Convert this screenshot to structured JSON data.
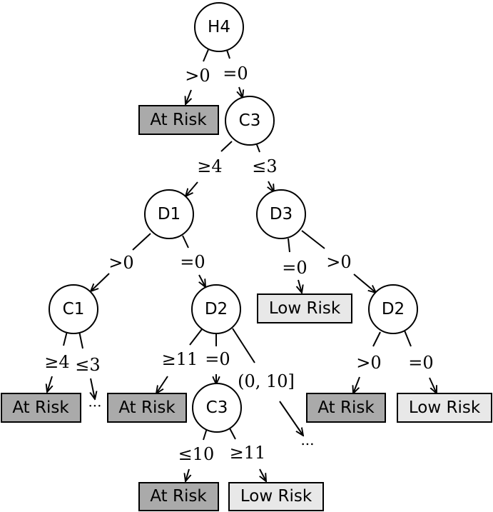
{
  "colors": {
    "at_risk_fill": "#aaaaaa",
    "low_risk_fill": "#e8e8e8"
  },
  "nodes": {
    "h4": "H4",
    "c3_top": "C3",
    "d1": "D1",
    "d3": "D3",
    "c1": "C1",
    "d2_mid": "D2",
    "d2_right": "D2",
    "c3_bottom": "C3"
  },
  "leaves": {
    "l1": {
      "label": "At Risk",
      "kind": "at_risk"
    },
    "l2": {
      "label": "Low Risk",
      "kind": "low_risk"
    },
    "l3": {
      "label": "At Risk",
      "kind": "at_risk"
    },
    "l4": {
      "label": "At Risk",
      "kind": "at_risk"
    },
    "l5": {
      "label": "At Risk",
      "kind": "at_risk"
    },
    "l6": {
      "label": "Low Risk",
      "kind": "low_risk"
    },
    "l7": {
      "label": "At Risk",
      "kind": "at_risk"
    },
    "l8": {
      "label": "Low Risk",
      "kind": "low_risk"
    }
  },
  "edges": {
    "e1": ">0",
    "e2": "=0",
    "e3": "≥4",
    "e4": "≤3",
    "e5": ">0",
    "e6": "=0",
    "e7": "=0",
    "e8": ">0",
    "e9": "≥4",
    "e10": "≤3",
    "e11": "≥11",
    "e12": "=0",
    "e13": "(0, 10]",
    "e14": ">0",
    "e15": "=0",
    "e16": "≤10",
    "e17": "≥11"
  },
  "ellipses": {
    "c1_cont": "···",
    "d2_cont": "..."
  }
}
